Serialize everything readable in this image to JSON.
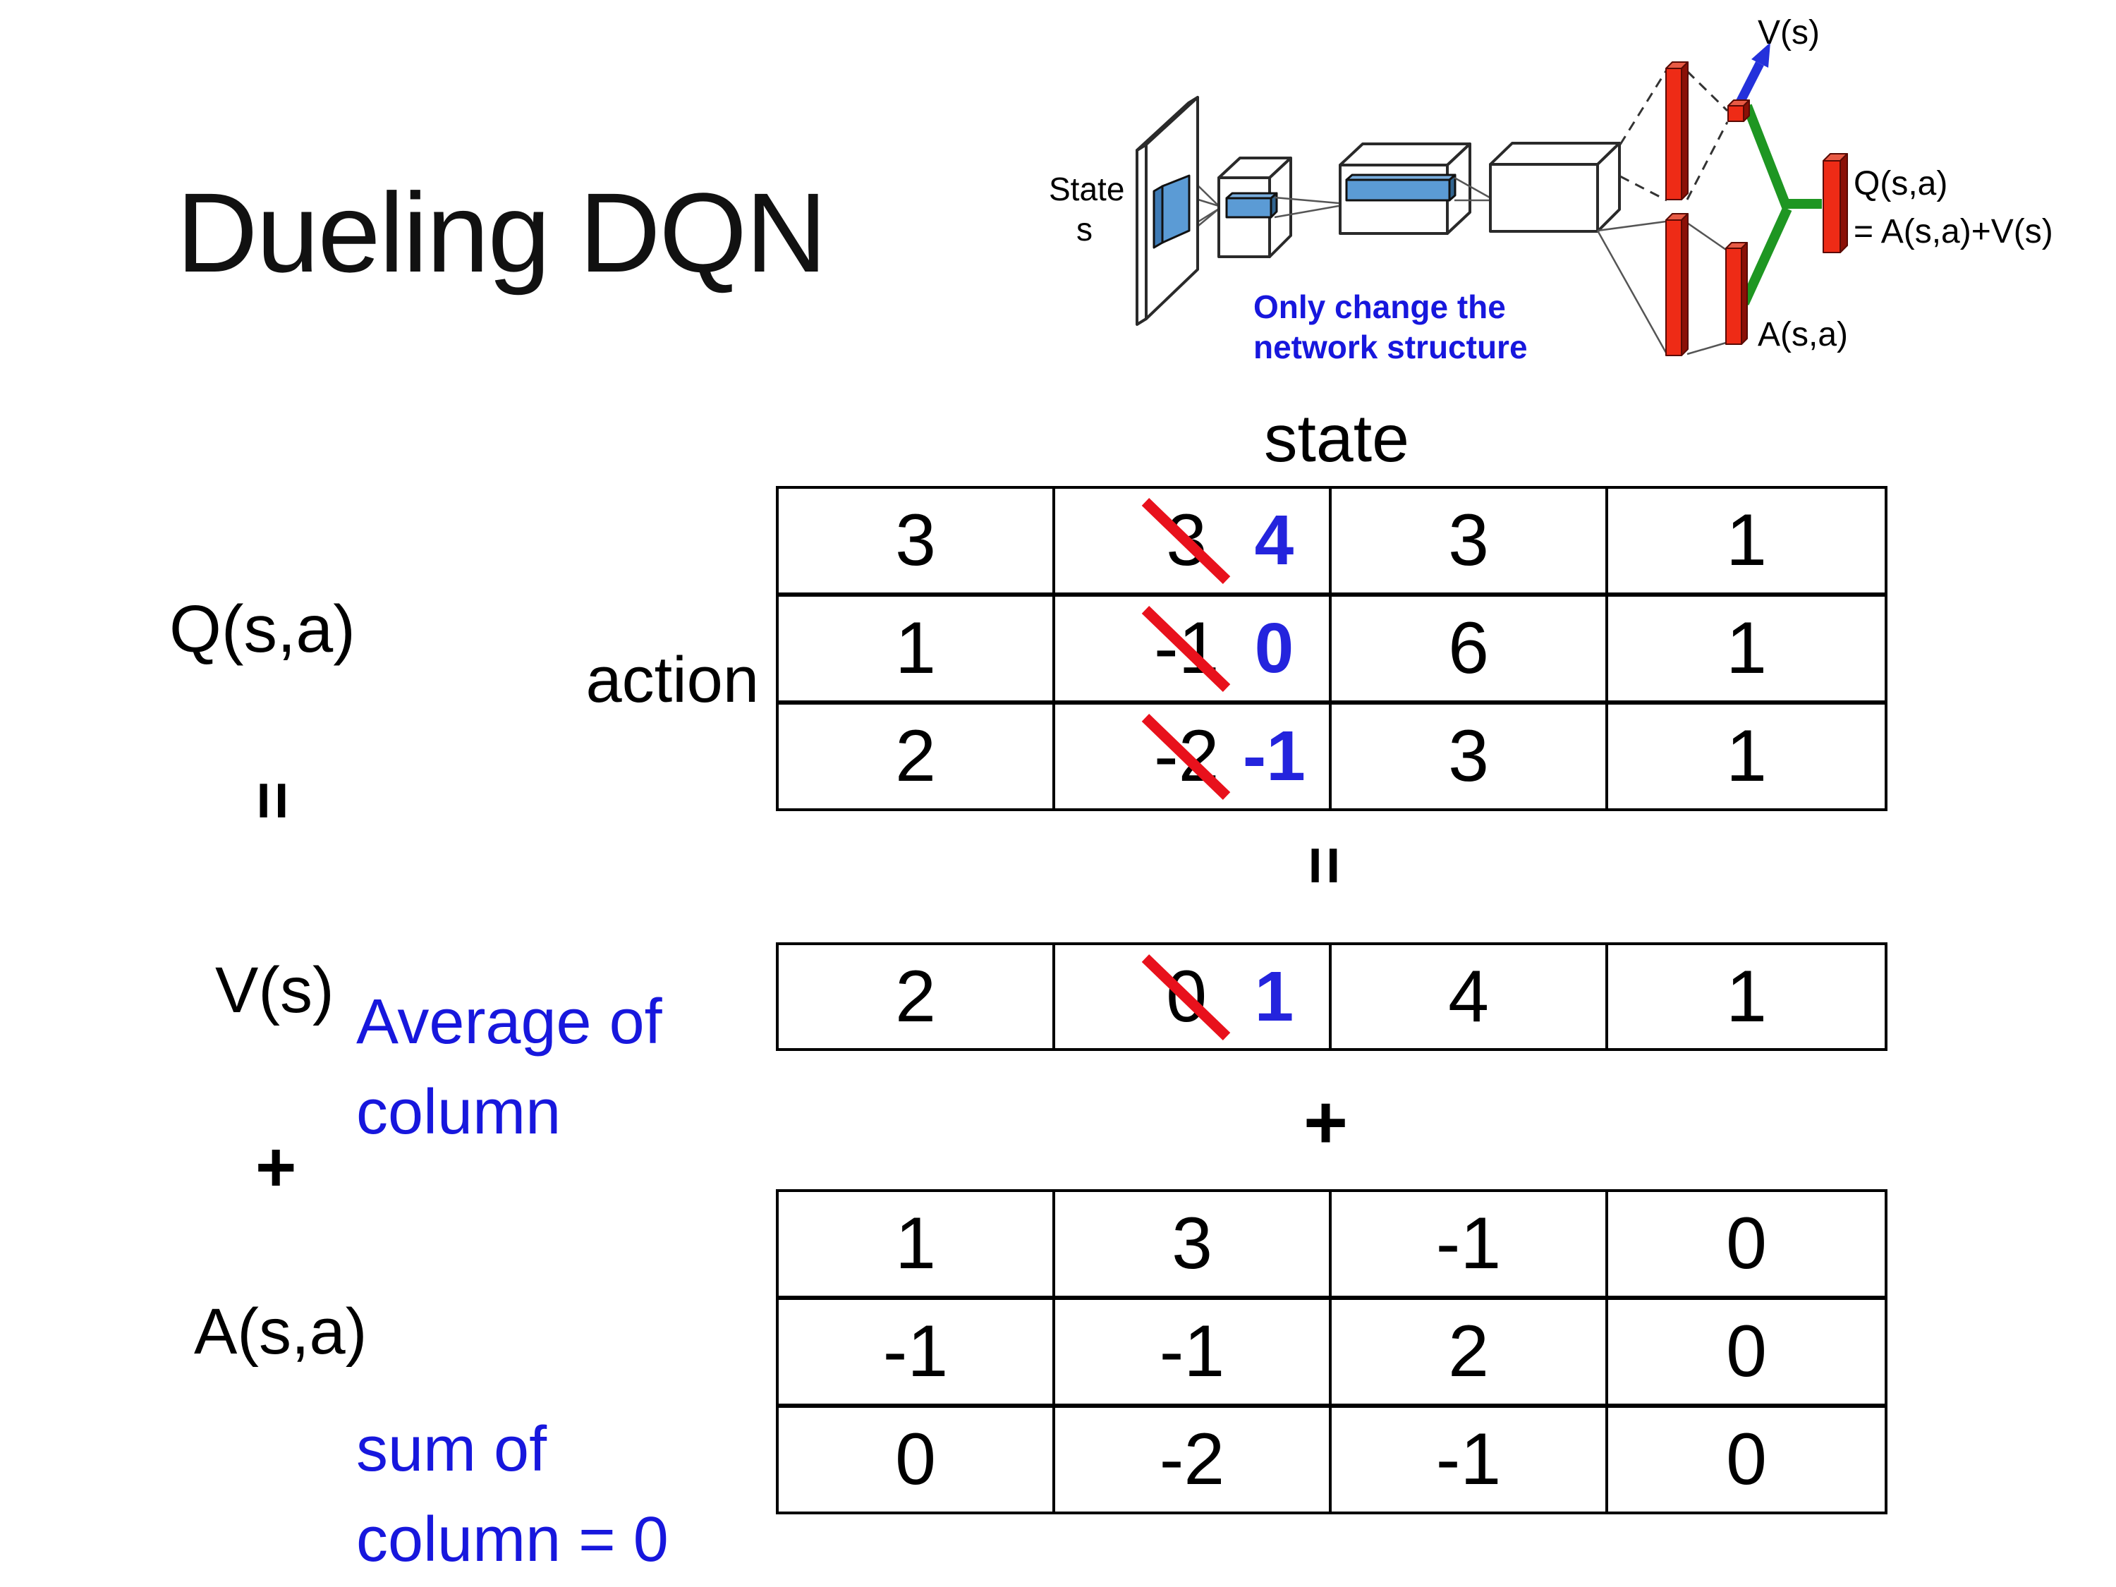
{
  "slide": {
    "title": "Dueling DQN"
  },
  "diagram": {
    "state_line1": "State",
    "state_line2": "s",
    "note_line1": "Only change the",
    "note_line2": "network structure",
    "v_label": "V(s)",
    "q_label": "Q(s,a)",
    "q_formula": "= A(s,a)+V(s)",
    "a_label": "A(s,a)",
    "colors": {
      "bar_red": "#ee2b16",
      "bar_red_dark": "#8b1007",
      "green_link": "#1e9622",
      "arrow_blue": "#2431db",
      "slab_blue": "#5b9bd5",
      "note_blue": "#1717dd"
    }
  },
  "labels": {
    "state_header": "state",
    "action": "action",
    "q": "Q(s,a)",
    "v": "V(s)",
    "a": "A(s,a)",
    "equals": "=",
    "plus": "+",
    "avg_line1": "Average of",
    "avg_line2": "column",
    "sum_line1": "sum of",
    "sum_line2": "column = 0"
  },
  "colors": {
    "crossed_value": "#000000",
    "replacement_value": "#2424dd",
    "strike": "#e8111c",
    "annotation_blue": "#1717dd"
  },
  "tables": {
    "q": {
      "rows": [
        {
          "cells": [
            {
              "v": "3"
            },
            {
              "old": "3",
              "new": "4"
            },
            {
              "v": "3"
            },
            {
              "v": "1"
            }
          ]
        },
        {
          "cells": [
            {
              "v": "1"
            },
            {
              "old": "-1",
              "new": "0"
            },
            {
              "v": "6"
            },
            {
              "v": "1"
            }
          ]
        },
        {
          "cells": [
            {
              "v": "2"
            },
            {
              "old": "-2",
              "new": "-1"
            },
            {
              "v": "3"
            },
            {
              "v": "1"
            }
          ]
        }
      ]
    },
    "v": {
      "rows": [
        {
          "cells": [
            {
              "v": "2"
            },
            {
              "old": "0",
              "new": "1"
            },
            {
              "v": "4"
            },
            {
              "v": "1"
            }
          ]
        }
      ]
    },
    "a": {
      "rows": [
        {
          "cells": [
            {
              "v": "1"
            },
            {
              "v": "3"
            },
            {
              "v": "-1"
            },
            {
              "v": "0"
            }
          ]
        },
        {
          "cells": [
            {
              "v": "-1"
            },
            {
              "v": "-1"
            },
            {
              "v": "2"
            },
            {
              "v": "0"
            }
          ]
        },
        {
          "cells": [
            {
              "v": "0"
            },
            {
              "v": "-2"
            },
            {
              "v": "-1"
            },
            {
              "v": "0"
            }
          ]
        }
      ]
    }
  }
}
